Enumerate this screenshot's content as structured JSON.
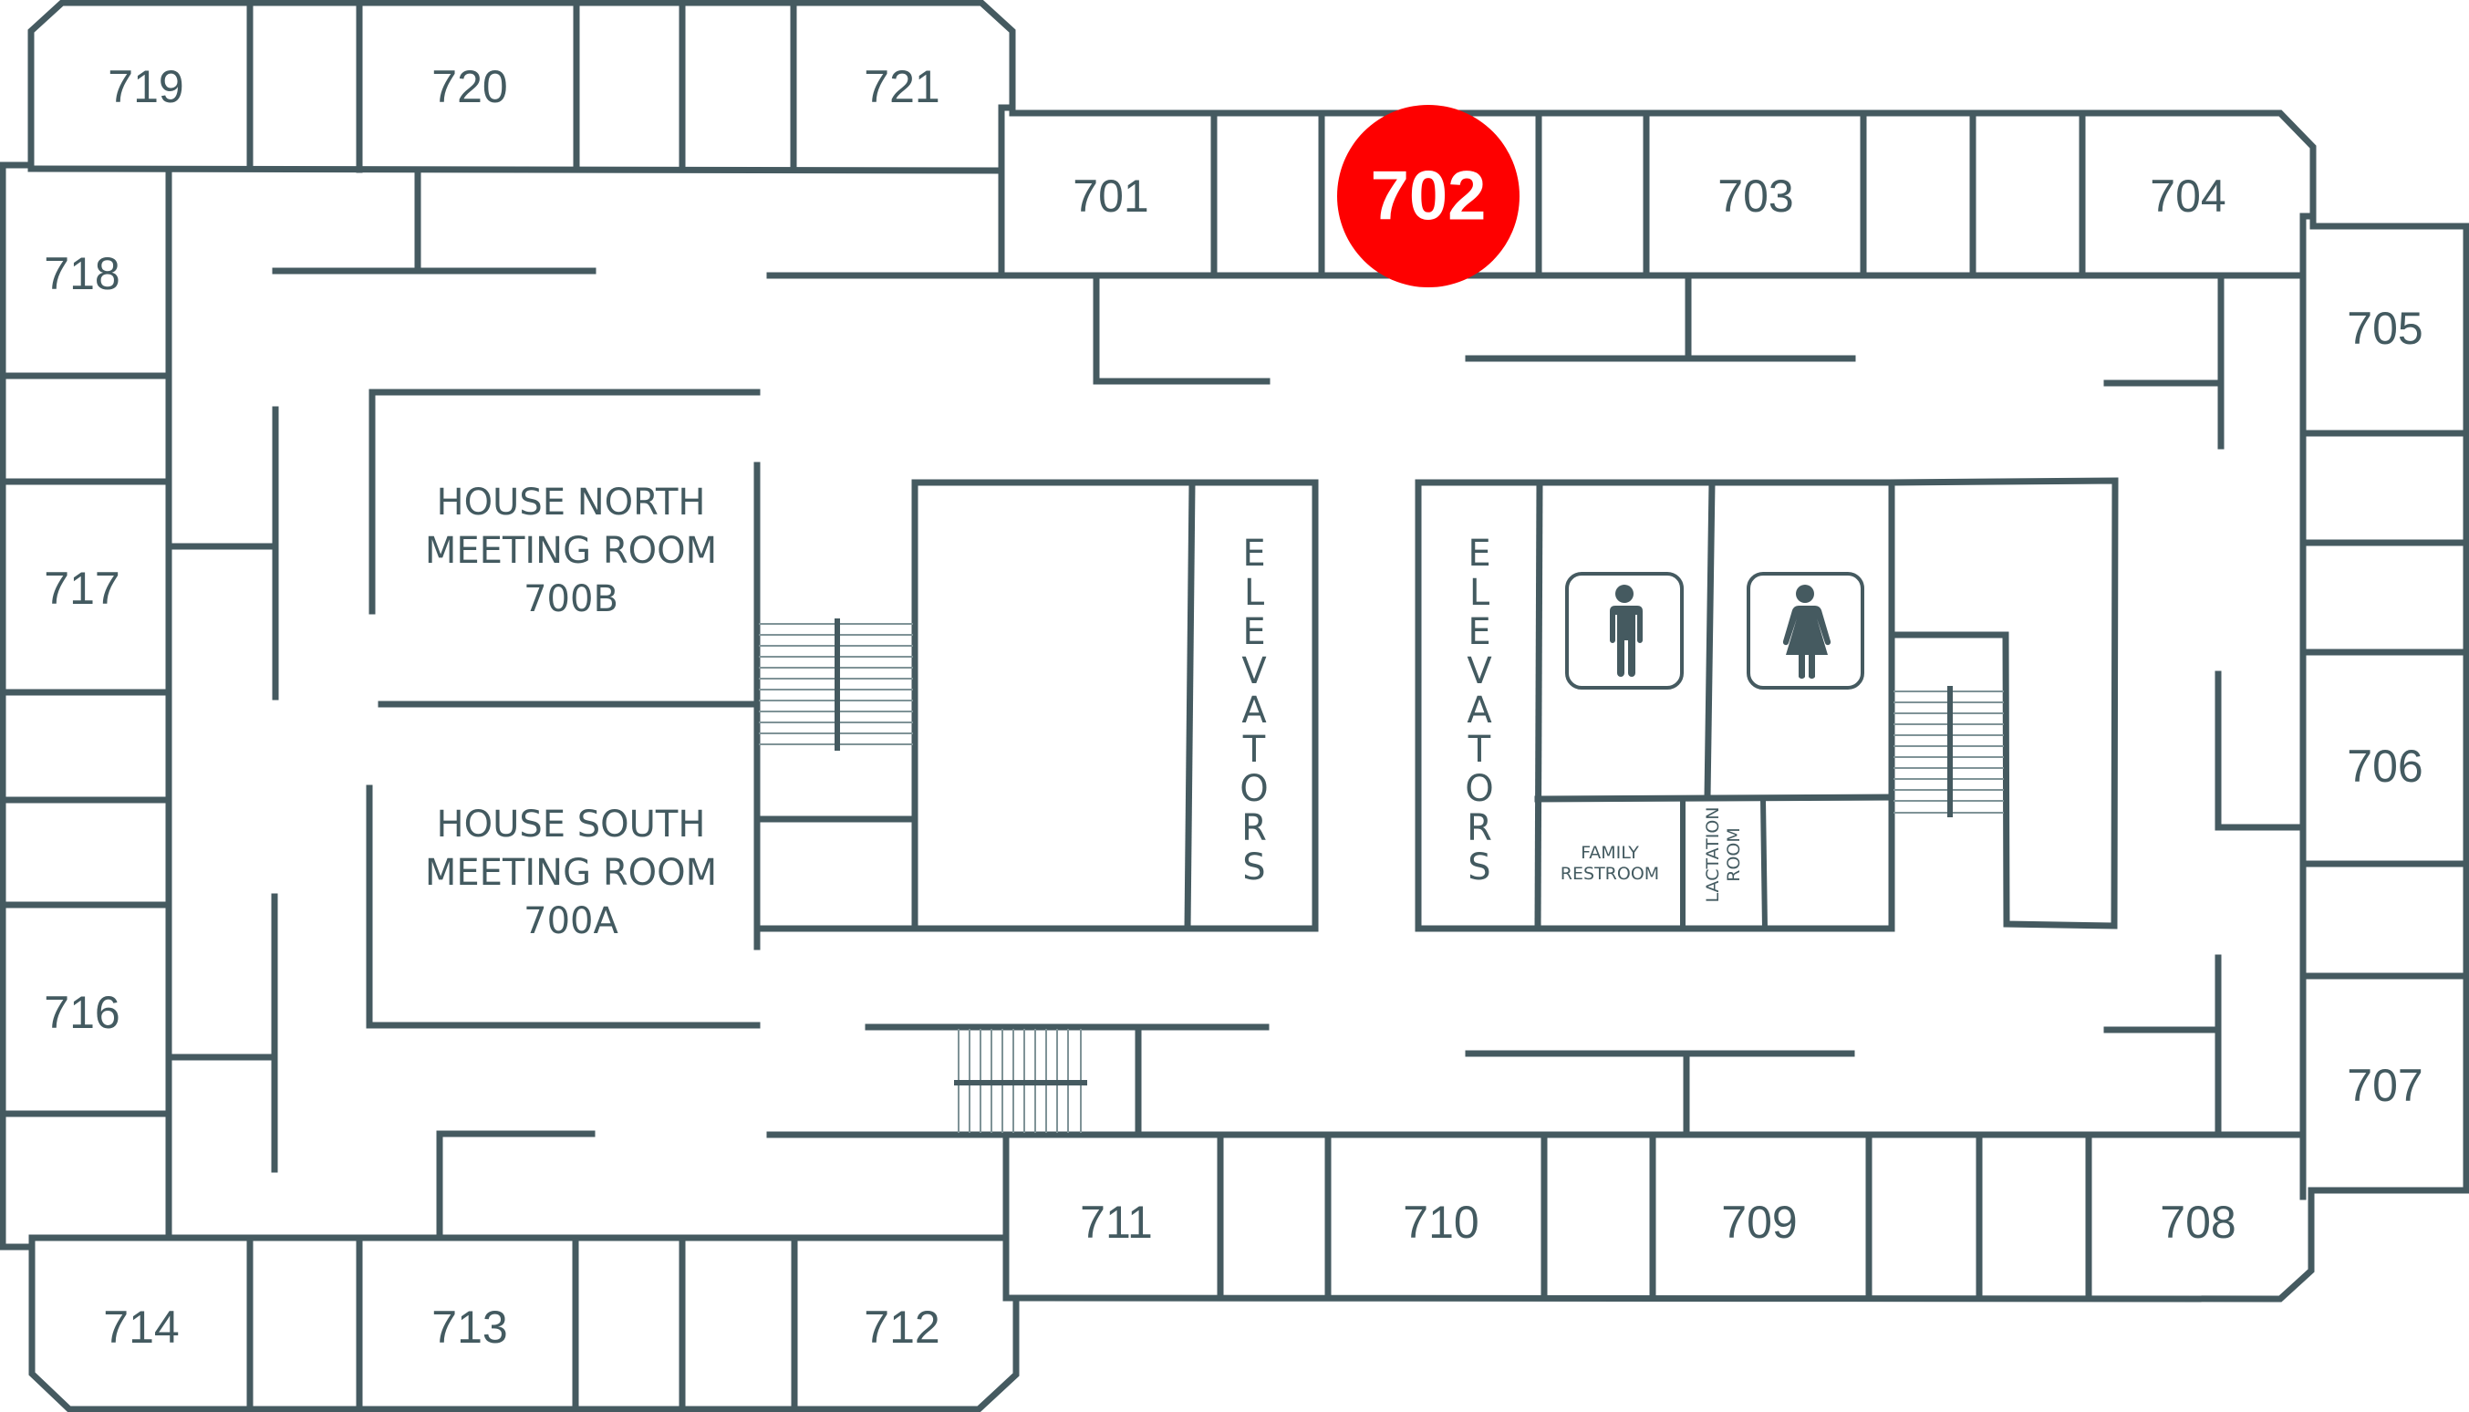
{
  "map": {
    "highlight": {
      "room": "702",
      "color": "#fe0000",
      "text_color": "#ffffff"
    },
    "colors": {
      "wall": "#455a60",
      "text": "#435a60",
      "background": "#ffffff"
    },
    "rooms": {
      "r701": "701",
      "r702": "702",
      "r703": "703",
      "r704": "704",
      "r705": "705",
      "r706": "706",
      "r707": "707",
      "r708": "708",
      "r709": "709",
      "r710": "710",
      "r711": "711",
      "r712": "712",
      "r713": "713",
      "r714": "714",
      "r716": "716",
      "r717": "717",
      "r718": "718",
      "r719": "719",
      "r720": "720",
      "r721": "721"
    },
    "meeting_rooms": {
      "north": {
        "line1": "HOUSE NORTH",
        "line2": "MEETING ROOM",
        "line3": "700B"
      },
      "south": {
        "line1": "HOUSE SOUTH",
        "line2": "MEETING ROOM",
        "line3": "700A"
      }
    },
    "elevators": {
      "west": [
        "E",
        "L",
        "E",
        "V",
        "A",
        "T",
        "O",
        "R",
        "S"
      ],
      "east": [
        "E",
        "L",
        "E",
        "V",
        "A",
        "T",
        "O",
        "R",
        "S"
      ]
    },
    "amenities": {
      "family_restroom": {
        "line1": "FAMILY",
        "line2": "RESTROOM"
      },
      "lactation_room": {
        "line1": "LACTATION",
        "line2": "ROOM"
      },
      "mens_restroom_icon": "male-restroom-icon",
      "womens_restroom_icon": "female-restroom-icon"
    }
  }
}
